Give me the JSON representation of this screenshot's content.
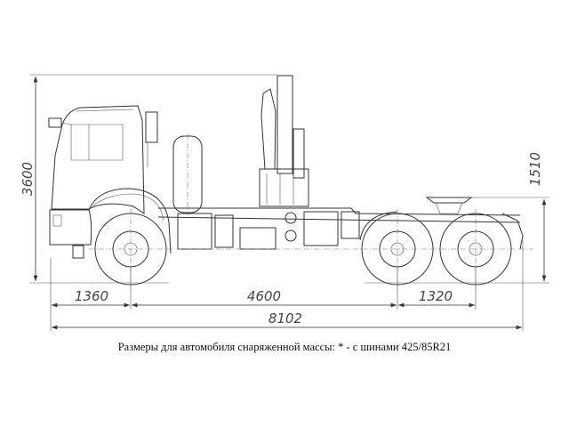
{
  "dimensions": {
    "overall_height": "3600",
    "fifth_wheel_height": "1510",
    "front_overhang": "1360",
    "wheelbase": "4600",
    "rear_axle_spacing": "1320",
    "overall_length": "8102"
  },
  "caption": "Размеры для автомобиля снаряженной массы: * - с шинами 425/85R21"
}
